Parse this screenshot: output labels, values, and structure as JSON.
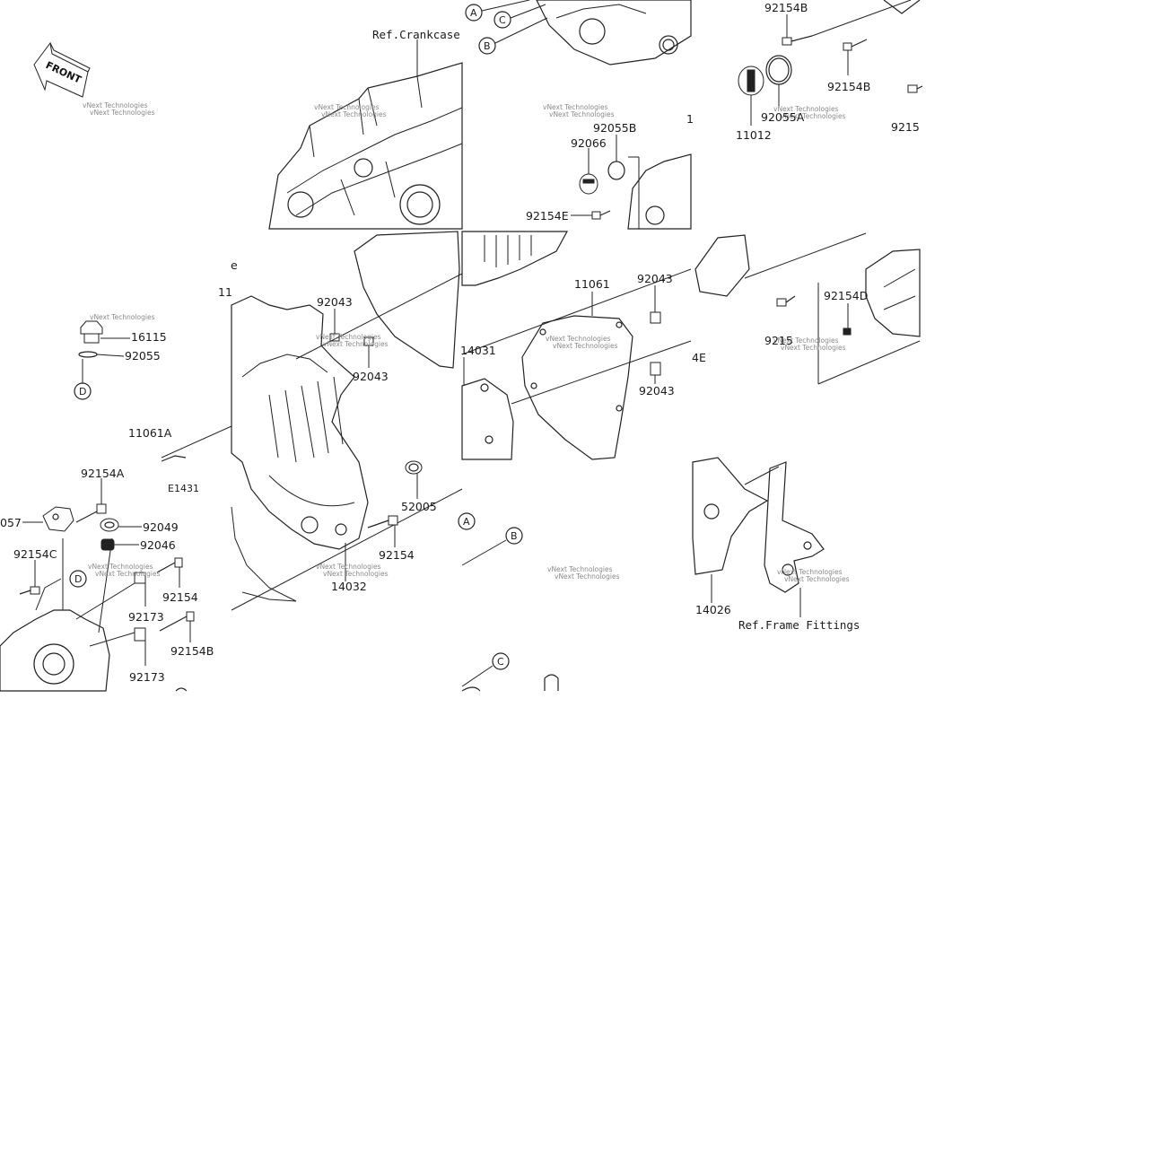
{
  "front_badge": "FRONT",
  "watermark": "vNext Technologies",
  "refs": {
    "crankcase": "Ref.Crankcase",
    "frame_fittings": "Ref.Frame Fittings"
  },
  "circle_markers": {
    "a": "A",
    "b": "B",
    "c": "C",
    "d": "D"
  },
  "part_labels": {
    "p92154B_top": "92154B",
    "p92154B_mid": "92154B",
    "p9215_right": "9215",
    "p11012": "11012",
    "p92055A": "92055A",
    "p92055B": "92055B",
    "p92066": "92066",
    "p92154E": "92154E",
    "p1_cut": "1",
    "p16115": "16115",
    "p92055": "92055",
    "p11_cut": "11",
    "p92043_a": "92043",
    "p92043_b": "92043",
    "p11061": "11061",
    "p92043_c": "92043",
    "p92043_d": "92043",
    "p14031": "14031",
    "p4E_cut": "4E",
    "p92154D": "92154D",
    "p9215_cut2": "9215",
    "p11061A": "11061A",
    "pE1431": "E1431",
    "p92154A": "92154A",
    "p057_cut": "057",
    "p92049": "92049",
    "p92046": "92046",
    "p92154C": "92154C",
    "p52005": "52005",
    "p92154_a": "92154",
    "p92154_b": "92154",
    "p14032": "14032",
    "p92173_a": "92173",
    "p92173_b": "92173",
    "p92154B_low": "92154B",
    "p14026": "14026",
    "pe_cut": "e"
  }
}
